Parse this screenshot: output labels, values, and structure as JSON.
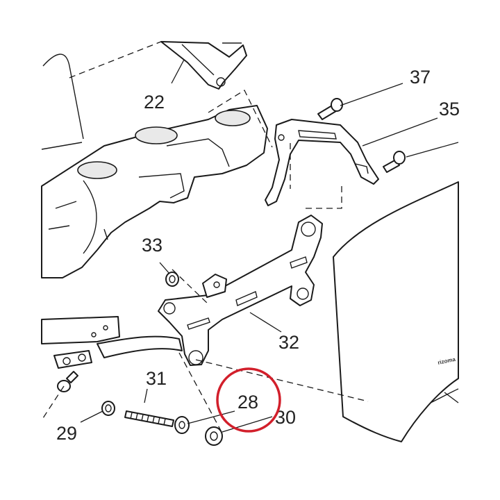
{
  "diagram": {
    "callouts": [
      {
        "id": "22",
        "label": "22"
      },
      {
        "id": "28",
        "label": "28"
      },
      {
        "id": "29",
        "label": "29"
      },
      {
        "id": "30",
        "label": "30"
      },
      {
        "id": "31",
        "label": "31"
      },
      {
        "id": "32",
        "label": "32"
      },
      {
        "id": "33",
        "label": "33"
      },
      {
        "id": "35",
        "label": "35"
      },
      {
        "id": "37",
        "label": "37"
      }
    ],
    "windscreen_brand": "rizoma",
    "highlight": {
      "target": "28",
      "color": "#d21f2b"
    },
    "line_color": "#1a1a1a"
  }
}
